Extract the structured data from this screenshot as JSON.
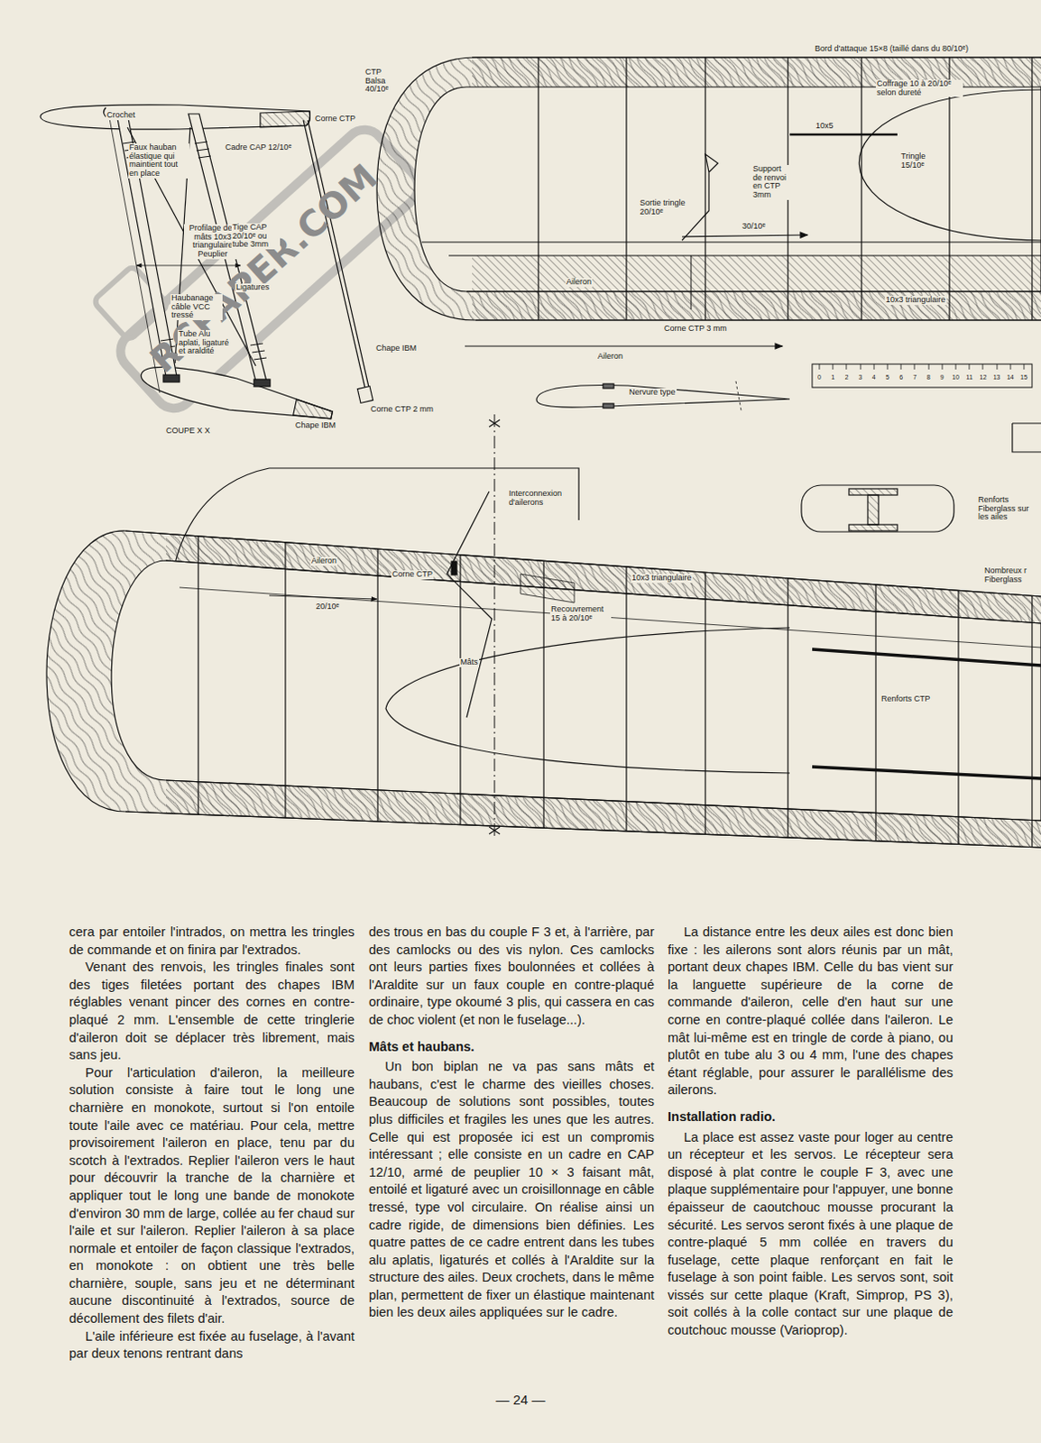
{
  "diagram": {
    "labels": [
      "Crochet",
      "Faux hauban élastique qui maintient tout en place",
      "Cadre CAP 12/10ᵉ",
      "Corne CTP",
      "Profilage des mâts 10x3 triangulaire Peuplier",
      "Tige CAP 20/10ᵉ ou tube 3mm",
      "Ligatures",
      "Haubanage câble VCC tressé",
      "Tube Alu aplati, ligaturé et araldité",
      "Chape IBM",
      "Corne CTP 2 mm",
      "Chape IBM",
      "COUPE X X",
      "Bord d'attaque 15×8 (taillé dans du 80/10ᵉ)",
      "CTP Balsa 40/10ᵉ",
      "Coffrage 10 à 20/10ᵉ selon dureté",
      "10x5",
      "Tringle 15/10ᵉ",
      "Support de renvoi en CTP 3mm",
      "Sortie tringle 20/10ᵉ",
      "30/10ᵉ",
      "Aileron",
      "10x3 triangulaire",
      "Corne CTP 3 mm",
      "Aileron",
      "0",
      "1",
      "2",
      "3",
      "4",
      "5",
      "6",
      "7",
      "8",
      "9",
      "10",
      "11",
      "12",
      "13",
      "14",
      "15",
      "Nervure type",
      "Interconnexion d'ailerons",
      "Renforts Fiberglass sur les ailes",
      "Nombreux r Fiberglass",
      "Aileron",
      "Corne CTP",
      "20/10ᵉ",
      "10x3 triangulaire",
      "Recouvrement 15 à 20/10ᵉ",
      "Mâts",
      "Renforts CTP",
      "cera par entoiler l'intrados, on mettra les tringles de commande et on finira par l'extrados.",
      "Venant des renvois, les tringles finales sont des tiges filetées portant des chapes IBM réglables venant pincer des cornes en contre-plaqué 2 mm. L'ensemble de cette tringlerie d'aileron doit se déplacer très librement, mais sans jeu.",
      "Pour l'articulation d'aileron, la meilleure solution consiste à faire tout le long une charnière en monokote, surtout si l'on entoile toute l'aile avec ce matériau. Pour cela, mettre provisoirement l'aileron en place, tenu par du scotch à l'extrados. Replier l'aileron vers le haut pour découvrir la tranche de la charnière et appliquer tout le long une bande de monokote d'environ 30 mm de large, collée au fer chaud sur l'aile et sur l'aileron. Replier l'aileron à sa place normale et entoiler de façon classique l'extrados, en monokote : on obtient une très belle charnière, souple, sans jeu et ne déterminant aucune discontinuité à l'extrados, source de décollement des filets d'air.",
      "L'aile inférieure est fixée au fuselage, à l'avant par deux tenons rentrant dans",
      "des trous en bas du couple F 3 et, à l'arrière, par des camlocks ou des vis nylon. Ces camlocks ont leurs parties fixes boulonnées et collées à l'Araldite sur un faux couple en contre-plaqué ordinaire, type okoumé 3 plis, qui cassera en cas de choc violent (et non le fuselage...).",
      "Mâts et haubans.",
      "Un bon biplan ne va pas sans mâts et haubans, c'est le charme des vieilles choses. Beaucoup de solutions sont possibles, toutes plus difficiles et fragiles les unes que les autres. Celle qui est proposée ici est un compromis intéressant ; elle consiste en un cadre en CAP 12/10, armé de peuplier 10 × 3 faisant mât, entoilé et ligaturé avec un croisillonnage en câble tressé, type vol circulaire. On réalise ainsi un cadre rigide, de dimensions bien définies. Les quatre pattes de ce cadre entrent dans les tubes alu aplatis, ligaturés et collés à l'Araldite sur la structure des ailes. Deux crochets, dans le même plan, permettent de fixer un élastique maintenant bien les deux ailes appliquées sur le cadre.",
      "La distance entre les deux ailes est donc bien fixe : les ailerons sont alors réunis par un mât, portant deux chapes IBM. Celle du bas vient sur la languette supérieure de la corne de commande d'aileron, celle d'en haut sur une corne en contre-plaqué collée dans l'aileron. Le mât lui-même est en tringle de corde à piano, ou plutôt en tube alu 3 ou 4 mm, l'une des chapes étant réglable, pour assurer le parallélisme des ailerons.",
      "Installation radio.",
      "La place est assez vaste pour loger au centre un récepteur et les servos. Le récepteur sera disposé à plat contre le couple F 3, avec une plaque supplémentaire pour l'appuyer, une bonne épaisseur de caoutchouc mousse procurant la sécurité. Les servos seront fixés à une plaque de contre-plaqué 5 mm collée en travers du fuselage, cette plaque renforçant en fait le fuselage à son point faible. Les servos sont, soit vissés sur cette plaque (Kraft, Simprop, PS 3), soit collés à la colle contact sur une plaque de coutchouc mousse (Varioprop).",
      "— 24 —",
      "RCPAPER.COM"
    ]
  }
}
